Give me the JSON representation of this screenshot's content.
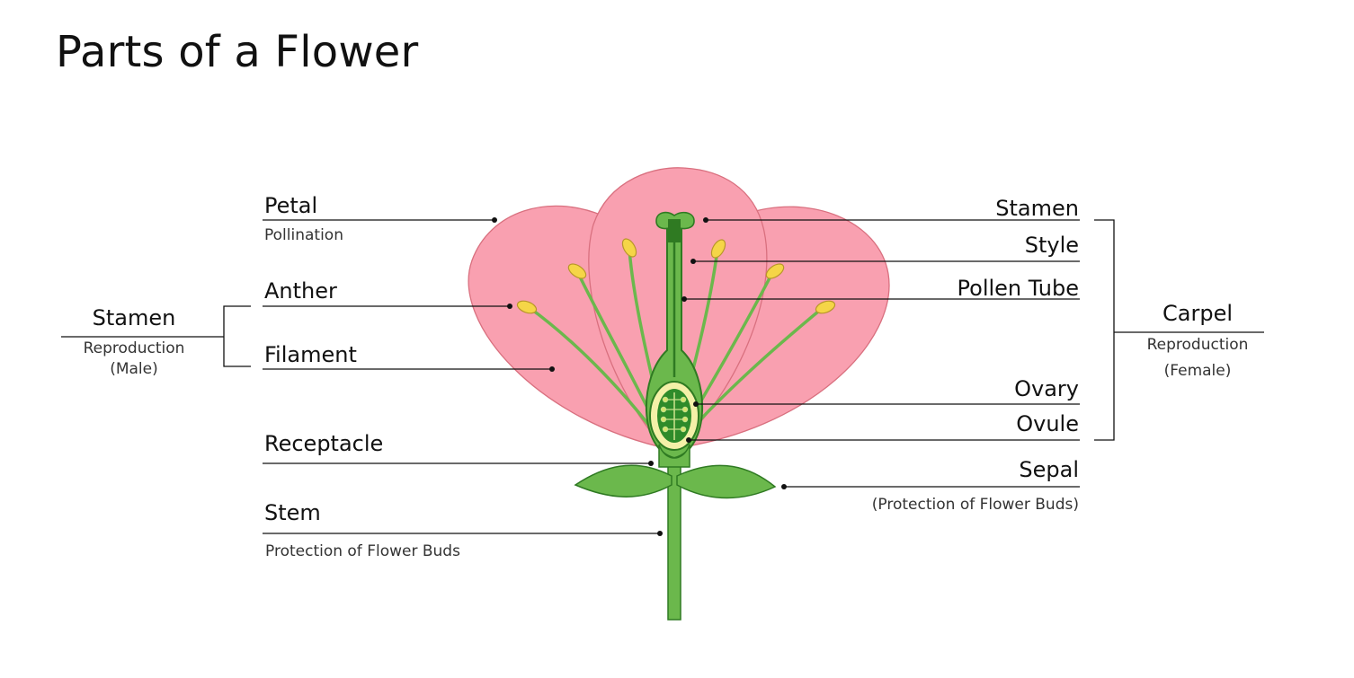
{
  "title": "Parts of a Flower",
  "labels": {
    "petal": "Petal",
    "petal_sub": "Pollination",
    "anther": "Anther",
    "filament": "Filament",
    "stamen_left": "Stamen",
    "stamen_left_sub1": "Reproduction",
    "stamen_left_sub2": "(Male)",
    "receptacle": "Receptacle",
    "stem": "Stem",
    "stem_sub": "Protection of Flower Buds",
    "stamen_right": "Stamen",
    "style": "Style",
    "pollen_tube": "Pollen Tube",
    "ovary": "Ovary",
    "ovule": "Ovule",
    "sepal": "Sepal",
    "sepal_sub": "(Protection of Flower Buds)",
    "carpel": "Carpel",
    "carpel_sub1": "Reproduction",
    "carpel_sub2": "(Female)"
  },
  "colors": {
    "petal": "#f9a0b0",
    "petal_stroke": "#d9707f",
    "green": "#6bb84c",
    "green_dark": "#2f7a22",
    "anther": "#f5d547",
    "ovary_fill": "#f4f0a8"
  }
}
